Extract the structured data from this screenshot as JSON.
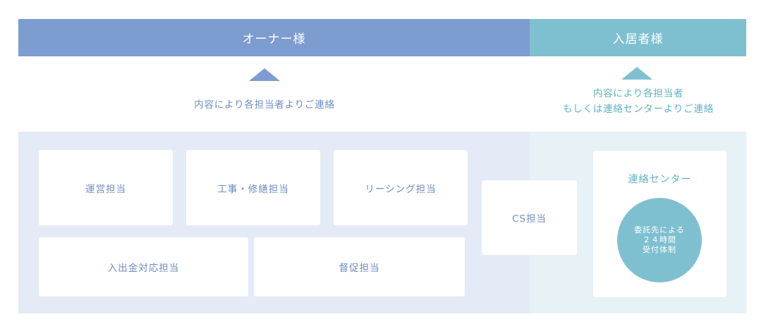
{
  "header": {
    "owner_label": "オーナー様",
    "resident_label": "入居者様"
  },
  "captions": {
    "owner": "内容により各担当者よりご連絡",
    "resident_line1": "内容により各担当者",
    "resident_line2": "もしくは連絡センターよりご連絡"
  },
  "owner_departments": {
    "operation": "運営担当",
    "construction": "工事・修繕担当",
    "leasing": "リーシング担当",
    "payments": "入出金対応担当",
    "collection": "督促担当"
  },
  "cs": {
    "label": "CS担当"
  },
  "contact_center": {
    "title": "連絡センター",
    "circle_text": "委託先による\n２４時間\n受付体制"
  },
  "colors": {
    "owner_accent": "#7d9ccf",
    "resident_accent": "#7fc0d0",
    "owner_bg": "#e4ebf6",
    "resident_bg": "#e6f2f5"
  }
}
